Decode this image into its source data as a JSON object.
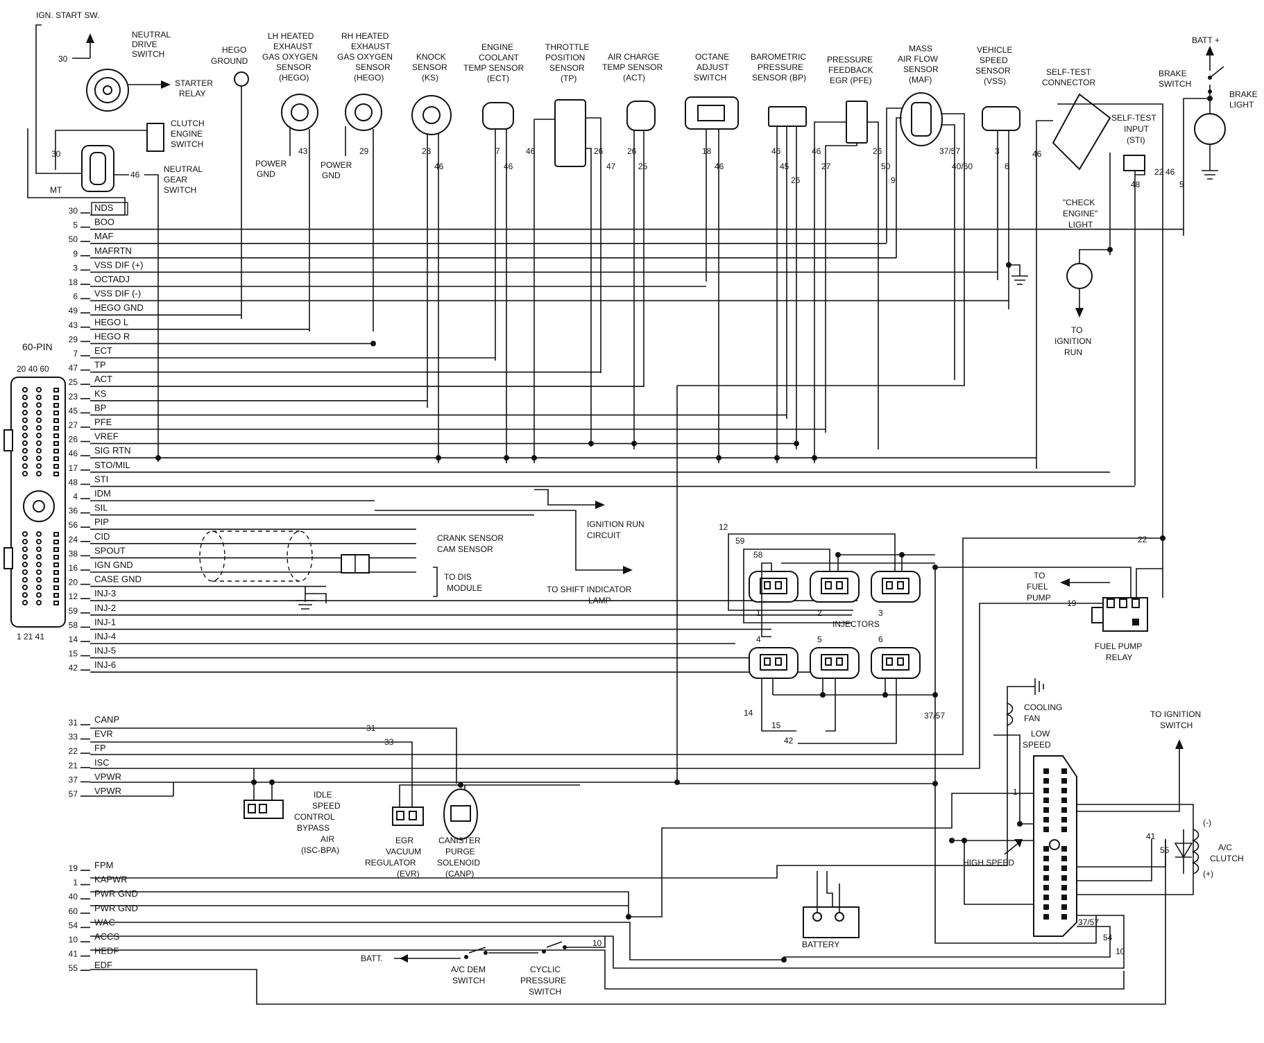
{
  "ecu": {
    "connector_label": "60-PIN",
    "top_pins": "20  40  60",
    "bottom_pins": "1  21  41",
    "pins": [
      {
        "pin": "30",
        "signal": "NDS"
      },
      {
        "pin": "5",
        "signal": "BOO"
      },
      {
        "pin": "50",
        "signal": "MAF"
      },
      {
        "pin": "9",
        "signal": "MAFRTN"
      },
      {
        "pin": "3",
        "signal": "VSS DIF (+)"
      },
      {
        "pin": "18",
        "signal": "OCTADJ"
      },
      {
        "pin": "6",
        "signal": "VSS DIF (-)"
      },
      {
        "pin": "49",
        "signal": "HEGO GND"
      },
      {
        "pin": "43",
        "signal": "HEGO L"
      },
      {
        "pin": "29",
        "signal": "HEGO R"
      },
      {
        "pin": "7",
        "signal": "ECT"
      },
      {
        "pin": "47",
        "signal": "TP"
      },
      {
        "pin": "25",
        "signal": "ACT"
      },
      {
        "pin": "23",
        "signal": "KS"
      },
      {
        "pin": "45",
        "signal": "BP"
      },
      {
        "pin": "27",
        "signal": "PFE"
      },
      {
        "pin": "26",
        "signal": "VREF"
      },
      {
        "pin": "46",
        "signal": "SIG RTN"
      },
      {
        "pin": "17",
        "signal": "STO/MIL"
      },
      {
        "pin": "48",
        "signal": "STI"
      },
      {
        "pin": "4",
        "signal": "IDM"
      },
      {
        "pin": "36",
        "signal": "SIL"
      },
      {
        "pin": "56",
        "signal": "PIP"
      },
      {
        "pin": "24",
        "signal": "CID"
      },
      {
        "pin": "38",
        "signal": "SPOUT"
      },
      {
        "pin": "16",
        "signal": "IGN GND"
      },
      {
        "pin": "20",
        "signal": "CASE GND"
      },
      {
        "pin": "12",
        "signal": "INJ-3"
      },
      {
        "pin": "59",
        "signal": "INJ-2"
      },
      {
        "pin": "58",
        "signal": "INJ-1"
      },
      {
        "pin": "14",
        "signal": "INJ-4"
      },
      {
        "pin": "15",
        "signal": "INJ-5"
      },
      {
        "pin": "42",
        "signal": "INJ-6"
      },
      {
        "pin": "31",
        "signal": "CANP"
      },
      {
        "pin": "33",
        "signal": "EVR"
      },
      {
        "pin": "22",
        "signal": "FP"
      },
      {
        "pin": "21",
        "signal": "ISC"
      },
      {
        "pin": "37",
        "signal": "VPWR"
      },
      {
        "pin": "57",
        "signal": "VPWR"
      },
      {
        "pin": "19",
        "signal": "FPM"
      },
      {
        "pin": "1",
        "signal": "KAPWR"
      },
      {
        "pin": "40",
        "signal": "PWR GND"
      },
      {
        "pin": "60",
        "signal": "PWR GND"
      },
      {
        "pin": "54",
        "signal": "WAC"
      },
      {
        "pin": "10",
        "signal": "ACCS"
      },
      {
        "pin": "41",
        "signal": "HEDF"
      },
      {
        "pin": "55",
        "signal": "EDF"
      }
    ]
  },
  "top_labels": {
    "ign_start": "IGN. START SW.",
    "pin30a": "30",
    "pin30b": "30",
    "mt": "MT",
    "neutral_drive": [
      "NEUTRAL",
      "DRIVE",
      "SWITCH"
    ],
    "starter_relay": [
      "STARTER",
      "RELAY"
    ],
    "clutch_switch": [
      "CLUTCH",
      "ENGINE",
      "SWITCH"
    ],
    "neutral_gear": [
      "NEUTRAL",
      "GEAR",
      "SWITCH"
    ],
    "ng46": "46",
    "hego_ground": [
      "HEGO",
      "GROUND"
    ],
    "lh_hego": [
      "LH HEATED",
      "EXHAUST",
      "GAS OXYGEN",
      "SENSOR",
      "(HEGO)"
    ],
    "rh_hego": [
      "RH HEATED",
      "EXHAUST",
      "GAS OXYGEN",
      "SENSOR",
      "(HEGO)"
    ],
    "power_gnd_1": [
      "POWER",
      "GND"
    ],
    "power_gnd_2": [
      "POWER",
      "GND"
    ],
    "knock": [
      "KNOCK",
      "SENSOR",
      "(KS)"
    ],
    "ect": [
      "ENGINE",
      "COOLANT",
      "TEMP SENSOR",
      "(ECT)"
    ],
    "tp": [
      "THROTTLE",
      "POSITION",
      "SENSOR",
      "(TP)"
    ],
    "act": [
      "AIR CHARGE",
      "TEMP SENSOR",
      "(ACT)"
    ],
    "octane": [
      "OCTANE",
      "ADJUST",
      "SWITCH"
    ],
    "bp": [
      "BAROMETRIC",
      "PRESSURE",
      "SENSOR (BP)"
    ],
    "pfe": [
      "PRESSURE",
      "FEEDBACK",
      "EGR (PFE)"
    ],
    "maf": [
      "MASS",
      "AIR FLOW",
      "SENSOR",
      "(MAF)"
    ],
    "vss": [
      "VEHICLE",
      "SPEED",
      "SENSOR",
      "(VSS)"
    ],
    "self_test": [
      "SELF-TEST",
      "CONNECTOR"
    ],
    "self_test_input": [
      "SELF-TEST",
      "INPUT",
      "(STI)"
    ],
    "batt_plus": "BATT +",
    "brake_switch": [
      "BRAKE",
      "SWITCH"
    ],
    "brake_light": [
      "BRAKE",
      "LIGHT"
    ],
    "check_engine": [
      "\"CHECK",
      "ENGINE\"",
      "LIGHT"
    ],
    "to_ign_run": [
      "TO",
      "IGNITION",
      "RUN"
    ],
    "wire_numbers": {
      "w43": "43",
      "w29": "29",
      "w23": "23",
      "w46a": "46",
      "w7": "7",
      "w46b": "46",
      "w46c": "46",
      "w26a": "26",
      "w47": "47",
      "w26b": "26",
      "w25": "25",
      "w18": "18",
      "w46d": "46",
      "w46e": "46",
      "w45": "45",
      "w26c": "26",
      "w46f": "46",
      "w27": "27",
      "w26d": "26",
      "w50": "50",
      "w9": "9",
      "w3757": "37/57",
      "w4060": "40/60",
      "w3": "3",
      "w6": "6",
      "w46g": "46",
      "w48": "48",
      "w22": "22",
      "w5": "5",
      "w46h": "46"
    }
  },
  "mid_labels": {
    "ignition_run_circuit": [
      "IGNITION RUN",
      "CIRCUIT"
    ],
    "crank_sensor": "CRANK SENSOR",
    "cam_sensor": "CAM SENSOR",
    "to_dis": [
      "TO DIS",
      "MODULE"
    ],
    "to_shift": [
      "TO SHIFT INDICATOR",
      "LAMP"
    ],
    "injectors": "INJECTORS",
    "inj_numbers": [
      "1",
      "2",
      "3",
      "4",
      "5",
      "6"
    ],
    "inj_wires": {
      "w12": "12",
      "w59": "59",
      "w58": "58",
      "w14": "14",
      "w15": "15",
      "w42": "42",
      "w3757": "37/57"
    },
    "to_fuel_pump": [
      "TO",
      "FUEL",
      "PUMP"
    ],
    "fp19": "19",
    "fp22": "22",
    "fuel_pump_relay": [
      "FUEL PUMP",
      "RELAY"
    ]
  },
  "bottom_labels": {
    "w31": "31",
    "w33": "33",
    "isc": [
      "IDLE",
      "SPEED",
      "CONTROL",
      "BYPASS",
      "AIR",
      "(ISC-BPA)"
    ],
    "evr": [
      "EGR",
      "VACUUM",
      "REGULATOR",
      "(EVR)"
    ],
    "canp": [
      "CANISTER",
      "PURGE",
      "SOLENOID",
      "(CANP)"
    ],
    "batt": "BATT.",
    "ac_dem": [
      "A/C DEM",
      "SWITCH"
    ],
    "cyclic": [
      "CYCLIC",
      "PRESSURE",
      "SWITCH"
    ],
    "w10a": "10",
    "battery": "BATTERY",
    "cooling_fan": [
      "COOLING",
      "FAN"
    ],
    "low_speed": [
      "LOW",
      "SPEED"
    ],
    "high_speed": "HIGH SPEED",
    "to_ign_switch": [
      "TO IGNITION",
      "SWITCH"
    ],
    "ac_clutch": [
      "A/C",
      "CLUTCH"
    ],
    "neg": "(-)",
    "pos": "(+)",
    "w1": "1",
    "w41": "41",
    "w55": "55",
    "w3757": "37/57",
    "w54": "54",
    "w10b": "10"
  }
}
